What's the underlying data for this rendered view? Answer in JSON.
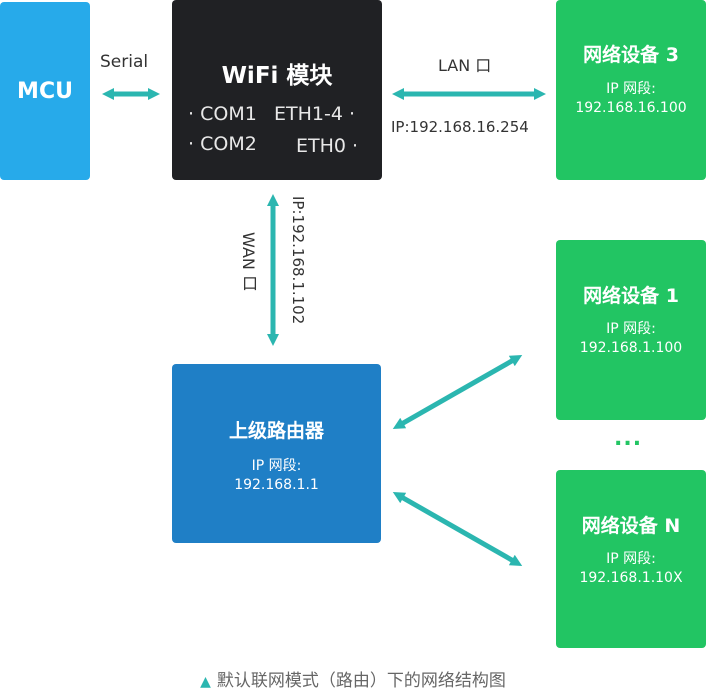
{
  "mcu": {
    "label": "MCU"
  },
  "serial_label": "Serial",
  "wifi_module": {
    "title": "WiFi 模块",
    "ports": [
      "COM1",
      "ETH1-4",
      "COM2",
      "ETH0"
    ]
  },
  "lan": {
    "label": "LAN 口",
    "ip": "IP:192.168.16.254"
  },
  "wan": {
    "label": "WAN 口",
    "ip": "IP:192.168.1.102"
  },
  "device3": {
    "title": "网络设备 3",
    "ip_label": "IP 网段:",
    "ip": "192.168.16.100"
  },
  "device1": {
    "title": "网络设备 1",
    "ip_label": "IP 网段:",
    "ip": "192.168.1.100"
  },
  "deviceN": {
    "title": "网络设备 N",
    "ip_label": "IP 网段:",
    "ip": "192.168.1.10X"
  },
  "ellipsis": "...",
  "router": {
    "title": "上级路由器",
    "ip_label": "IP 网段:",
    "ip": "192.168.1.1"
  },
  "caption": "默认联网模式（路由）下的网络结构图",
  "colors": {
    "mcu": "#27aaea",
    "wifi_module": "#202124",
    "device": "#22c563",
    "router": "#1f7fc6",
    "arrow": "#2bb6b0"
  }
}
